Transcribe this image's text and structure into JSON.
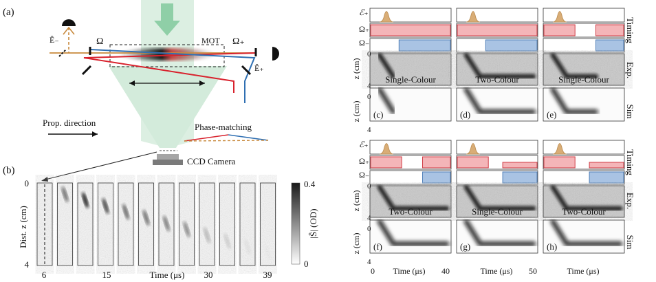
{
  "panel_a": {
    "label": "(a)",
    "omega": "Ω",
    "omega_plus": "Ω₊",
    "mot": "MOT",
    "e_minus": "Ê₋",
    "e_plus": "Ê₊",
    "prop_direction": "Prop. direction",
    "phase_matching": "Phase-matching",
    "ccd": "CCD Camera",
    "colors": {
      "red": "#d8222d",
      "blue": "#2f6fb2",
      "probe": "#d29a55",
      "green": "#cfe8d8",
      "arrow": "#9fd3b3"
    }
  },
  "panel_b": {
    "label": "(b)",
    "y_top": "0",
    "y_bottom": "4",
    "ylabel": "Dist.  z (cm)",
    "x_ticks": [
      "6",
      "15",
      "30",
      "39"
    ],
    "xlabel": "Time (μs)",
    "colorbar_label": "|Ŝ| (OD)",
    "colorbar_max": "0.4",
    "colorbar_min": "0",
    "frame_count": 12,
    "frame_strength": [
      0,
      0.55,
      0.9,
      0.75,
      0.6,
      0.55,
      0.5,
      0.45,
      0.25,
      0.12,
      0.05,
      0.02
    ]
  },
  "grid": {
    "labels": {
      "eps": "ℰ₊",
      "om_plus": "Ω₊",
      "om_minus": "Ω₋"
    },
    "row_labels": {
      "timing": "Timing",
      "exp": "Exp.",
      "sim": "Sim"
    },
    "z_label": "z (cm)",
    "z_top": "0",
    "z_bottom": "4",
    "xlabel": "Time (μs)",
    "colors": {
      "pulse": "#d9ad76",
      "red_fill": "#f4b5b8",
      "red_edge": "#cf3b44",
      "blue_fill": "#a9c3e3",
      "blue_edge": "#4f7fb8"
    },
    "columns": [
      {
        "letter": "(c)",
        "exp_label": "Single-Colour",
        "x_start": "0",
        "x_end": "40",
        "om_plus": [
          [
            0,
            1,
            1
          ]
        ],
        "om_minus": [
          [
            0.35,
            1,
            1
          ]
        ],
        "turn": false,
        "stop": 0.6
      },
      {
        "letter": "(d)",
        "exp_label": "Two-Colour",
        "x_start": "",
        "x_end": "50",
        "om_plus": [
          [
            0,
            1,
            1
          ]
        ],
        "om_minus": [
          [
            0.35,
            1,
            1
          ]
        ],
        "turn": true,
        "stop": 1
      },
      {
        "letter": "(e)",
        "exp_label": "Single-Colour",
        "x_start": "",
        "x_end": "",
        "om_plus": [
          [
            0,
            0.4,
            1
          ],
          [
            0.64,
            1,
            1
          ]
        ],
        "om_minus": [
          [
            0.64,
            1,
            1
          ]
        ],
        "turn": true,
        "stop": 0.7
      },
      {
        "letter": "(f)",
        "exp_label": "Two-Colour",
        "x_start": "",
        "x_end": "",
        "om_plus": [
          [
            0,
            0.4,
            1
          ],
          [
            0.64,
            1,
            1
          ]
        ],
        "om_minus": [
          [
            0.64,
            1,
            1
          ]
        ],
        "turn": true,
        "stop": 1
      },
      {
        "letter": "(g)",
        "exp_label": "Single-Colour",
        "x_start": "",
        "x_end": "",
        "om_plus": [
          [
            0,
            0.4,
            1
          ],
          [
            0.56,
            1,
            0.5
          ]
        ],
        "om_minus": [
          [
            0.56,
            1,
            1
          ]
        ],
        "turn": true,
        "stop": 1
      },
      {
        "letter": "(h)",
        "exp_label": "Two-Colour",
        "x_start": "",
        "x_end": "",
        "om_plus": [
          [
            0,
            0.4,
            1
          ],
          [
            0.56,
            1,
            0.5
          ]
        ],
        "om_minus": [
          [
            0.56,
            1,
            1
          ]
        ],
        "turn": true,
        "stop": 1
      }
    ]
  }
}
